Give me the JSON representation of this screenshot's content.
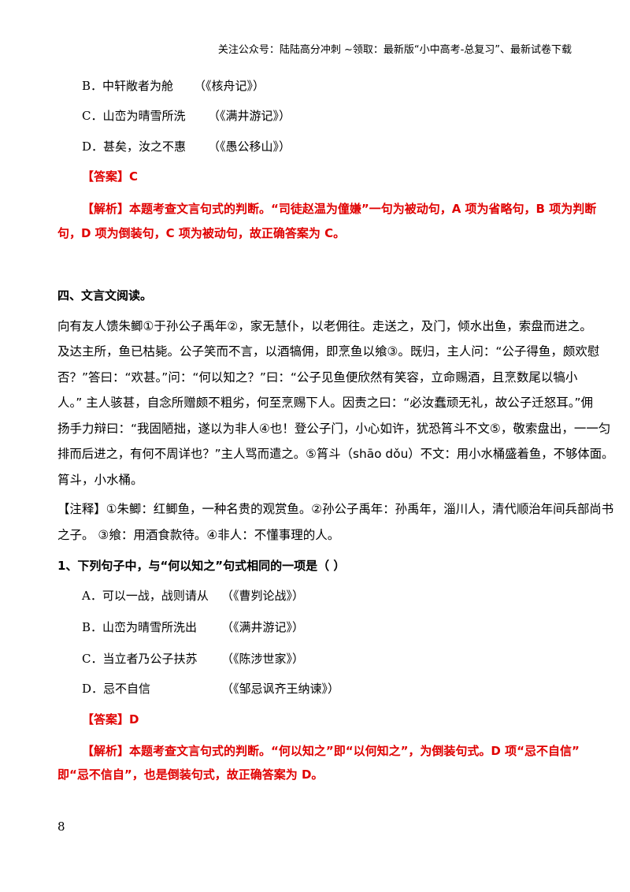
{
  "header": {
    "text": "关注公众号：陆陆高分冲刺  ~领取：最新版“小中高考-总复习”、最新试卷下载"
  },
  "prev_options": [
    {
      "letter": "B．",
      "text": "中轩敞者为舱",
      "source": "（《核舟记》）"
    },
    {
      "letter": "C．",
      "text": "山峦为晴雪所洗",
      "source": "（《满井游记》）"
    },
    {
      "letter": "D．",
      "text": "甚矣，汝之不惠",
      "source": "（《愚公移山》）"
    }
  ],
  "answer1": "【答案】C",
  "analysis1": {
    "line1": "【解析】本题考查文言句式的判断。“司徒赵温为僮嫌”一句为被动句，A 项为省略句，B 项为判断",
    "line2": "句，D 项为倒装句，C 项为被动句，故正确答案为 C。"
  },
  "section_title": "四、文言文阅读。",
  "passage": [
    "    向有友人馈朱鲫①于孙公子禹年②，家无慧仆，以老佣往。走送之，及门，倾水出鱼，索盘而进之。",
    "及达主所，鱼已枯毙。公子笑而不言，以酒犒佣，即烹鱼以飨③。既归，主人问：“公子得鱼，颇欢慰",
    "否？”答曰：“欢甚。”问：“何以知之？”曰：“公子见鱼便欣然有笑容，立命赐酒，且烹数尾以犒小",
    "人。”  主人骇甚，自念所赠颇不粗劣，何至烹赐下人。因责之曰：“必汝蠢顽无礼，故公子迁怒耳。”佣",
    "扬手力辩曰：“我固陋拙，遂以为非人④也！登公子门，小心如许，犹恐筲斗不文⑤，敬索盘出，一一匀",
    "排而后进之，有何不周详也？”主人骂而遣之。⑤筲斗（shāo dǒu）不文：用小水桶盛着鱼，不够体面。",
    "筲斗，小水桶。"
  ],
  "notes": {
    "line1": "【注释】①朱鲫：红鲫鱼，一种名贵的观赏鱼。②孙公子禹年：孙禹年，淄川人，清代顺治年间兵部尚书",
    "line2": "之子。 ③飨：用酒食款待。④非人：不懂事理的人。"
  },
  "question1": "1、下列句子中，与“何以知之”句式相同的一项是（      ）",
  "q1_options": [
    {
      "letter": "A．",
      "text": "可以一战，战则请从",
      "source": "（《曹刿论战》）"
    },
    {
      "letter": "B．",
      "text": "山峦为晴雪所洗出",
      "source": "（《满井游记》）"
    },
    {
      "letter": "C．",
      "text": "当立者乃公子扶苏",
      "source": "（《陈涉世家》）"
    },
    {
      "letter": "D．",
      "text": "忌不自信",
      "source": "（《邹忌讽齐王纳谏》）"
    }
  ],
  "answer2": "【答案】D",
  "analysis2": {
    "line1": "【解析】本题考查文言句式的判断。“何以知之”即“以何知之”，为倒装句式。D 项“忌不自信”",
    "line2": "即“忌不信自”，也是倒装句式，故正确答案为 D。"
  },
  "page_number": "8"
}
